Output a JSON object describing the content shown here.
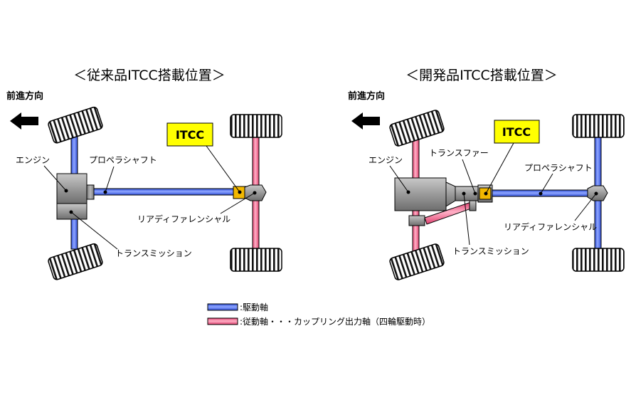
{
  "panels": [
    {
      "title": "＜従来品ITCC搭載位置＞",
      "direction_label": "前進方向",
      "itcc_label": "ITCC",
      "labels": {
        "engine": "エンジン",
        "propeller_shaft": "プロペラシャフト",
        "rear_differential": "リアディファレンシャル",
        "transmission": "トランスミッション"
      }
    },
    {
      "title": "＜開発品ITCC搭載位置＞",
      "direction_label": "前進方向",
      "itcc_label": "ITCC",
      "labels": {
        "engine": "エンジン",
        "transfer": "トランスファー",
        "propeller_shaft": "プロペラシャフト",
        "rear_differential": "リアディファレンシャル",
        "transmission": "トランスミッション"
      }
    }
  ],
  "legend": {
    "drive_shaft": ":駆動軸",
    "driven_shaft": ":従動軸・・・カップリング出力軸（四輪駆動時）"
  },
  "colors": {
    "drive_shaft": "#4a6cf0",
    "driven_shaft": "#ee5a82",
    "itcc_box": "#ffff00",
    "coupling": "#f2b800",
    "housing": "#9a9a9a"
  }
}
